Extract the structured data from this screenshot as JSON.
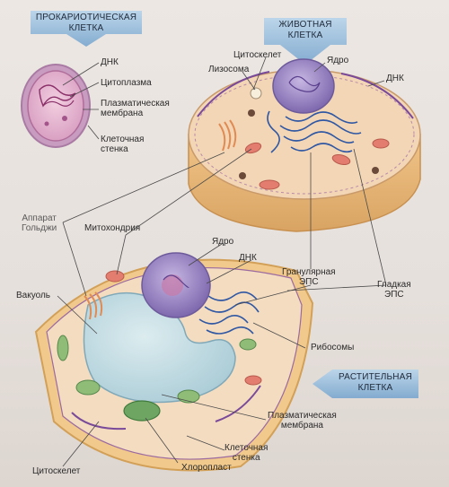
{
  "banners": {
    "prokaryotic": "ПРОКАРИОТИЧЕСКАЯ\nКЛЕТКА",
    "animal": "ЖИВОТНАЯ\nКЛЕТКА",
    "plant": "РАСТИТЕЛЬНАЯ\nКЛЕТКА"
  },
  "prokaryote_labels": {
    "dna": "ДНК",
    "cytoplasm": "Цитоплазма",
    "plasma_membrane": "Плазматическая\nмембрана",
    "cell_wall": "Клеточная\nстенка"
  },
  "animal_labels": {
    "cytoskeleton": "Цитоскелет",
    "nucleus": "Ядро",
    "lysosome": "Лизосома",
    "dna": "ДНК",
    "golgi": "Аппарат\nГольджи",
    "mitochondrion": "Митохондрия",
    "rough_er": "Гранулярная\nЭПС",
    "smooth_er": "Гладкая\nЭПС"
  },
  "plant_labels": {
    "nucleus": "Ядро",
    "dna": "ДНК",
    "vacuole": "Вакуоль",
    "ribosomes": "Рибосомы",
    "plasma_membrane": "Плазматическая\nмембрана",
    "cell_wall": "Клеточная\nстенка",
    "cytoskeleton": "Цитоскелет",
    "chloroplast": "Хлоропласт"
  },
  "colors": {
    "banner_blue": "#8fb8d8",
    "cytoplasm": "#f4d7b8",
    "cell_side": "#e8b779",
    "nucleus": "#9d88c6",
    "mitochondria": "#e27d6f",
    "er_blue": "#3b5fa8",
    "vacuole": "#c7dfe6",
    "chloroplast": "#6fa563",
    "membrane_purple": "#8a5aa8"
  }
}
